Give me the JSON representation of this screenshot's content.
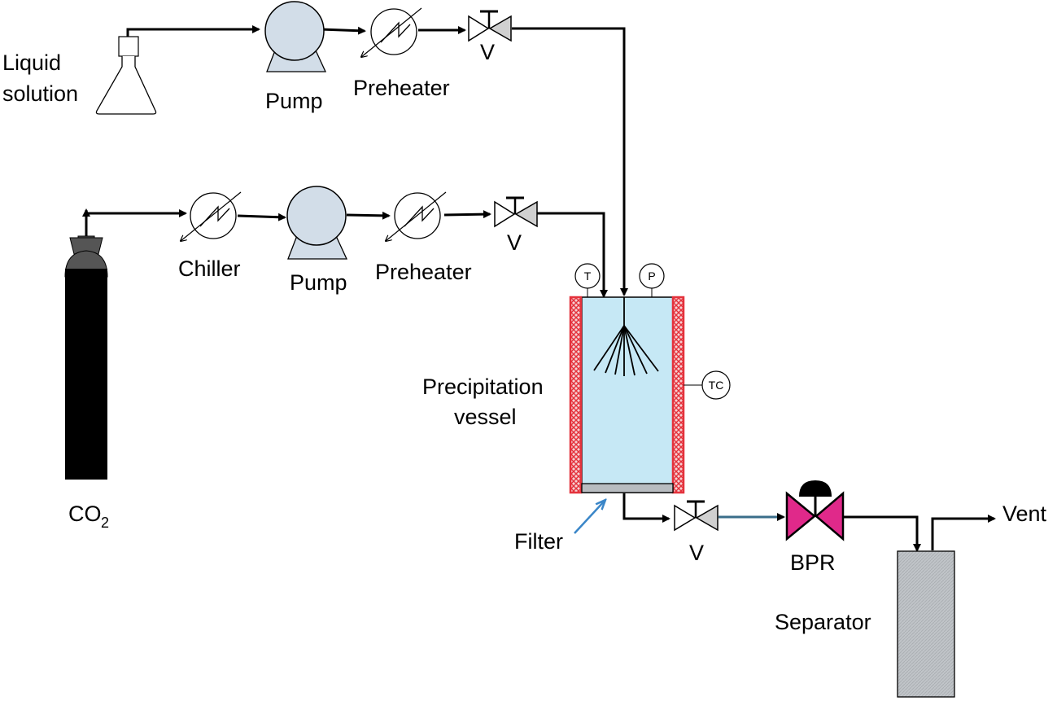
{
  "labels": {
    "liquid_solution_1": "Liquid",
    "liquid_solution_2": "solution",
    "pump_top": "Pump",
    "preheater_top": "Preheater",
    "valve_top": "V",
    "chiller": "Chiller",
    "pump_bottom": "Pump",
    "preheater_bottom": "Preheater",
    "valve_mid": "V",
    "co2_main": "CO",
    "co2_sub": "2",
    "precipitation_1": "Precipitation",
    "precipitation_2": "vessel",
    "filter": "Filter",
    "valve_bottom": "V",
    "bpr": "BPR",
    "vent": "Vent",
    "separator": "Separator"
  },
  "gauges": {
    "temperature": "T",
    "pressure": "P",
    "temp_control": "TC"
  },
  "colors": {
    "vessel_fill": "#c6e8f5",
    "heater_jacket": "#e4323c",
    "pump_fill": "#d2dde8",
    "bpr_fill": "#e0298a",
    "cylinder_body": "#000000",
    "cylinder_valve": "#555555",
    "separator_fill": "#c0c4c8",
    "filter_fill": "#b8bcc0",
    "filter_arrow": "#3a86c8"
  }
}
